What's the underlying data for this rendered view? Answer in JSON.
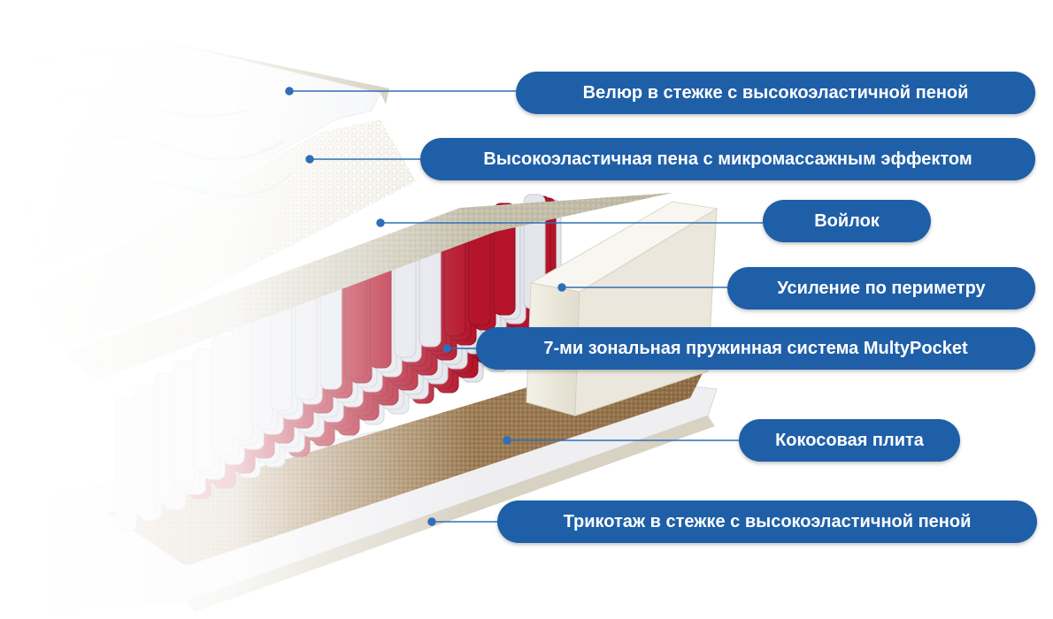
{
  "layers": [
    {
      "label": "Велюр в стежке с высокоэластичной пеной"
    },
    {
      "label": "Высокоэластичная пена с микромассажным эффектом"
    },
    {
      "label": "Войлок"
    },
    {
      "label": "Усиление по периметру"
    },
    {
      "label": "7-ми зональная пружинная система MultyPocket"
    },
    {
      "label": "Кокосовая плита"
    },
    {
      "label": "Трикотаж в стежке с высокоэластичной пеной"
    }
  ],
  "colors": {
    "callout_bg": "#1f5fa8",
    "callout_text": "#ffffff",
    "leader_line": "#2f6fb8",
    "spring_red": "#b5142b",
    "spring_white": "#e4e6ec",
    "foam": "#f3f1ea",
    "felt": "#c9c4b2",
    "coir": "#9a7a52",
    "fabric": "#f7f7f9"
  }
}
